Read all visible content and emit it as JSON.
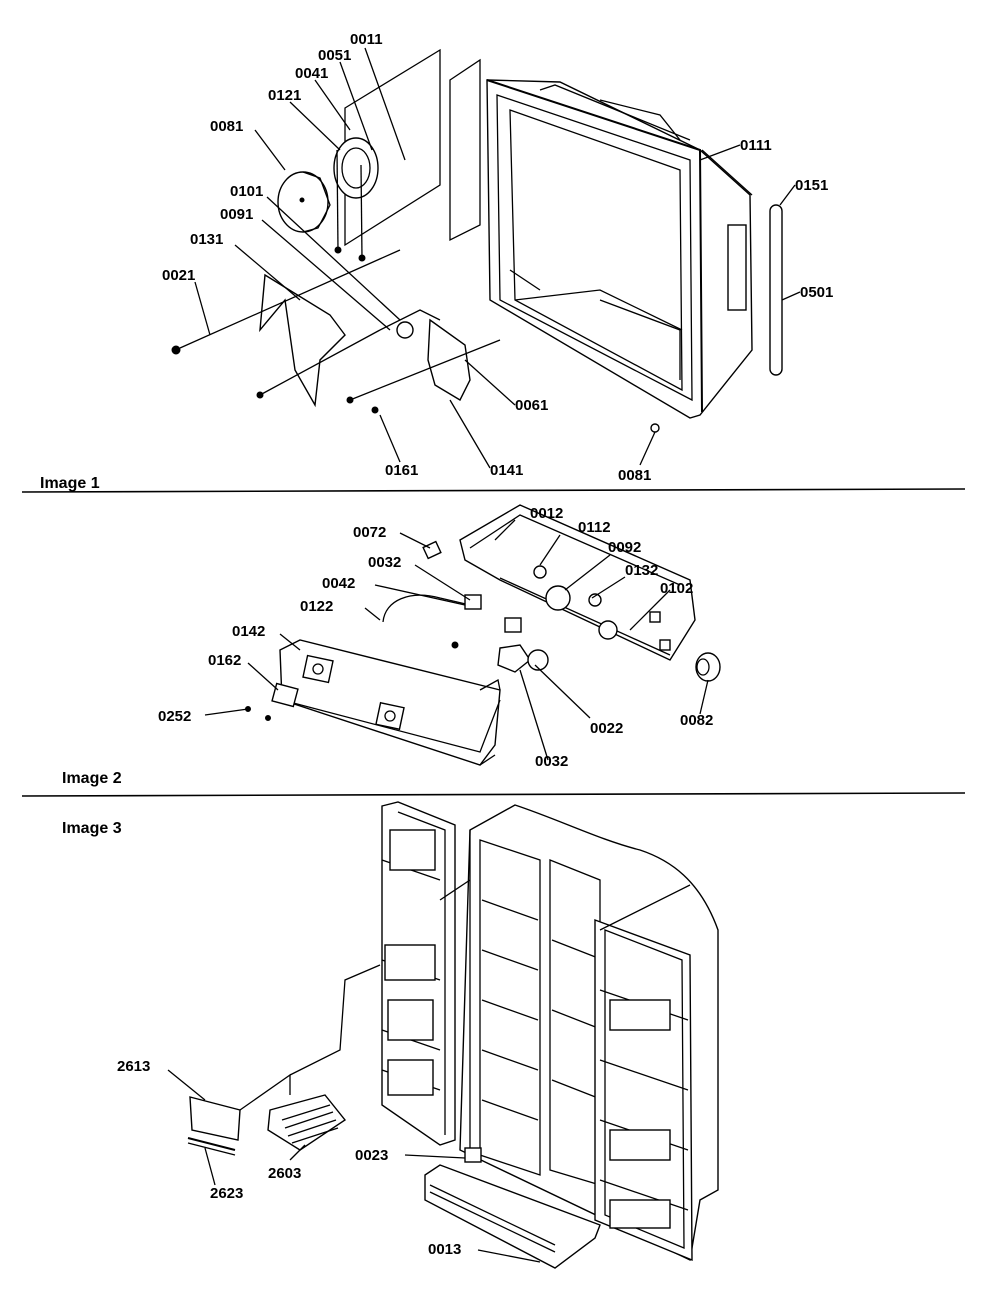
{
  "sections": [
    {
      "caption": "Image 1"
    },
    {
      "caption": "Image 2"
    },
    {
      "caption": "Image 3"
    }
  ],
  "callouts": {
    "img1": [
      "0011",
      "0051",
      "0041",
      "0121",
      "0081",
      "0101",
      "0091",
      "0131",
      "0021",
      "0111",
      "0151",
      "0501",
      "0061",
      "0161",
      "0141",
      "0081"
    ],
    "img2": [
      "0012",
      "0112",
      "0072",
      "0092",
      "0032",
      "0132",
      "0042",
      "0102",
      "0122",
      "0142",
      "0162",
      "0252",
      "0022",
      "0082",
      "0032"
    ],
    "img3": [
      "2613",
      "2603",
      "2623",
      "0023",
      "0013"
    ]
  }
}
